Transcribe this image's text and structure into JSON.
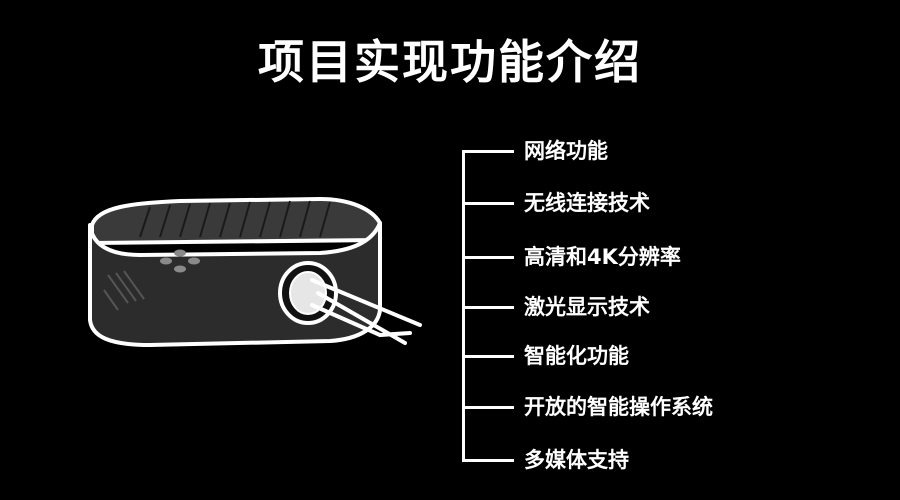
{
  "title": "项目实现功能介绍",
  "features": [
    "网络功能",
    "无线连接技术",
    "高清和4K分辨率",
    "激光显示技术",
    "智能化功能",
    "开放的智能操作系统",
    "多媒体支持"
  ],
  "colors": {
    "background": "#000000",
    "text": "#ffffff",
    "device_body": "#2c2c2c",
    "device_top": "#3a3a3a",
    "lens": "#e6e6e6"
  },
  "icons": [
    "projector-illustration",
    "lens-icon",
    "light-beam-icon",
    "dpad-icon"
  ]
}
